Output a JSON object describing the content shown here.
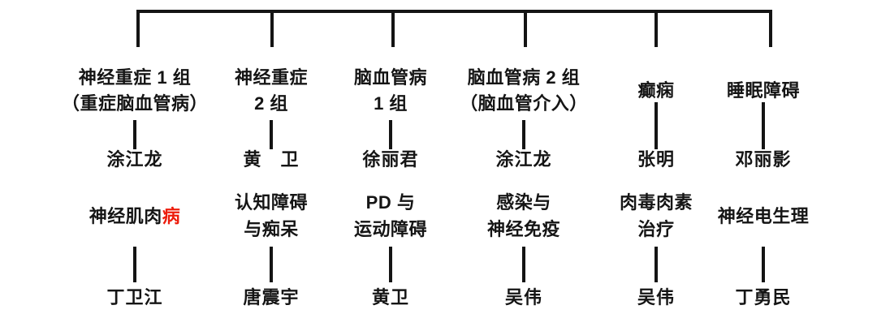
{
  "colors": {
    "line": "#141414",
    "text": "#151515",
    "highlight_red": "#ed1c0c"
  },
  "columns": [
    {
      "group_lines": [
        [
          {
            "t": "神经重症 1 组"
          }
        ],
        [
          {
            "t": "（重症脑血管病）"
          }
        ]
      ],
      "leader": "涂江龙",
      "sub_lines": [
        [
          {
            "t": "神经肌肉"
          },
          {
            "t": "病",
            "red": true
          }
        ]
      ],
      "sub_leader": "丁卫江"
    },
    {
      "group_lines": [
        [
          {
            "t": "神经重症"
          }
        ],
        [
          {
            "t": "2 组"
          }
        ]
      ],
      "leader": "黄　卫",
      "sub_lines": [
        [
          {
            "t": "认知障碍"
          }
        ],
        [
          {
            "t": "与痴呆"
          }
        ]
      ],
      "sub_leader": "唐震宇"
    },
    {
      "group_lines": [
        [
          {
            "t": "脑血管病"
          }
        ],
        [
          {
            "t": "1 组"
          }
        ]
      ],
      "leader": "徐丽君",
      "sub_lines": [
        [
          {
            "t": "PD 与"
          }
        ],
        [
          {
            "t": "运动障碍"
          }
        ]
      ],
      "sub_leader": "黄卫"
    },
    {
      "group_lines": [
        [
          {
            "t": "脑血管病 2 组"
          }
        ],
        [
          {
            "t": "（脑血管介入）"
          }
        ]
      ],
      "leader": "涂江龙",
      "sub_lines": [
        [
          {
            "t": "感染与"
          }
        ],
        [
          {
            "t": "神经免疫"
          }
        ]
      ],
      "sub_leader": "吴伟"
    },
    {
      "group_lines": [
        [
          {
            "t": "癫痫"
          }
        ]
      ],
      "leader": "张明",
      "sub_lines": [
        [
          {
            "t": "肉毒肉素"
          }
        ],
        [
          {
            "t": "治疗"
          }
        ]
      ],
      "sub_leader": "吴伟"
    },
    {
      "group_lines": [
        [
          {
            "t": "睡眠障碍"
          }
        ]
      ],
      "leader": "邓丽影",
      "sub_lines": [
        [
          {
            "t": "神经电生理"
          }
        ]
      ],
      "sub_leader": "丁勇民"
    }
  ]
}
